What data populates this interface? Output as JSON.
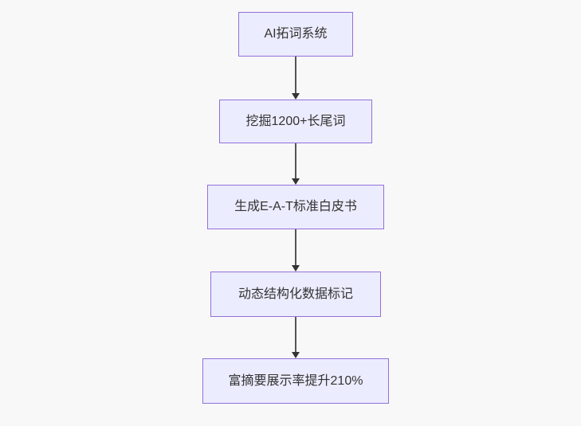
{
  "diagram": {
    "type": "flowchart",
    "direction": "top-down",
    "colors": {
      "node_fill": "#ECECFF",
      "node_border": "#9370DB",
      "node_text": "#333333",
      "edge_line": "#555555",
      "edge_arrowhead": "#333333",
      "background": "#f8f8f8"
    },
    "nodes": [
      {
        "label": "AI拓词系统"
      },
      {
        "label": "挖掘1200+长尾词"
      },
      {
        "label": "生成E-A-T标准白皮书"
      },
      {
        "label": "动态结构化数据标记"
      },
      {
        "label": "富摘要展示率提升210%"
      }
    ],
    "edges": [
      {
        "from": "AI拓词系统",
        "to": "挖掘1200+长尾词"
      },
      {
        "from": "挖掘1200+长尾词",
        "to": "生成E-A-T标准白皮书"
      },
      {
        "from": "生成E-A-T标准白皮书",
        "to": "动态结构化数据标记"
      },
      {
        "from": "动态结构化数据标记",
        "to": "富摘要展示率提升210%"
      }
    ]
  }
}
